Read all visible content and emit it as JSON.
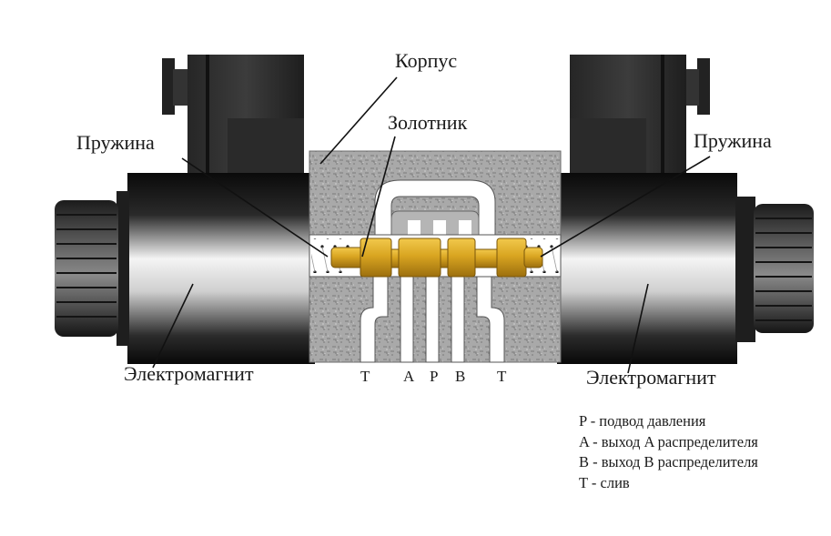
{
  "labels": {
    "body": "Корпус",
    "spool": "Золотник",
    "spring_left": "Пружина",
    "spring_right": "Пружина",
    "magnet_left": "Электромагнит",
    "magnet_right": "Электромагнит"
  },
  "ports": [
    "T",
    "A",
    "P",
    "B",
    "T"
  ],
  "legend": [
    "P - подвод давления",
    "A - выход A распределителя",
    "B - выход B распределителя",
    "T - слив"
  ],
  "colors": {
    "body_gray": "#a8a8a8",
    "spool_gold": "#d9a521",
    "solenoid_dark": "#1c1c1c"
  }
}
